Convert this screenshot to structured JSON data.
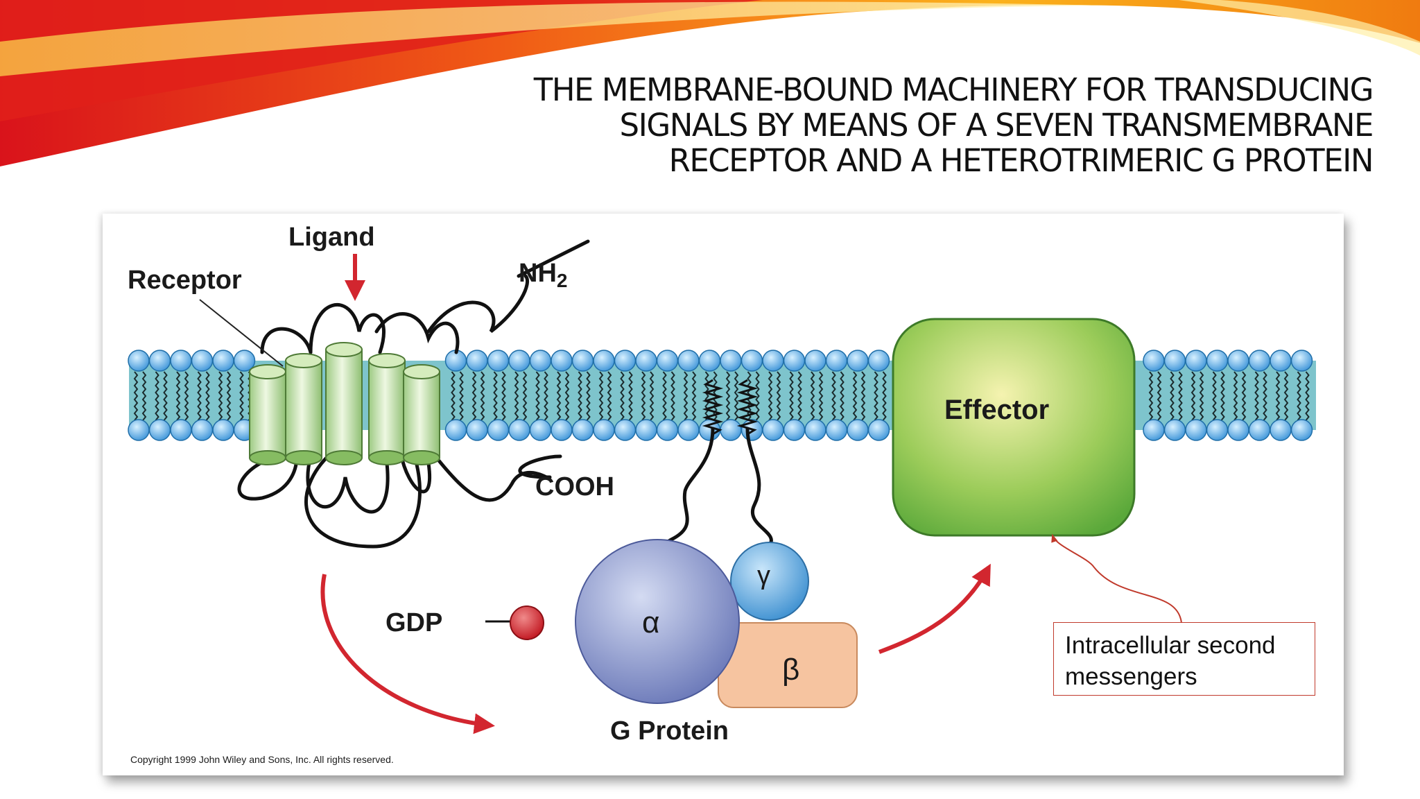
{
  "slide": {
    "title_lines": [
      "THE MEMBRANE-BOUND MACHINERY FOR TRANSDUCING",
      "SIGNALS BY MEANS OF A SEVEN TRANSMEMBRANE",
      "RECEPTOR AND A HETEROTRIMERIC G PROTEIN"
    ]
  },
  "diagram": {
    "labels": {
      "ligand": "Ligand",
      "receptor": "Receptor",
      "nh2": "NH",
      "nh2_sub": "2",
      "cooh": "COOH",
      "effector": "Effector",
      "gdp": "GDP",
      "alpha": "α",
      "beta": "β",
      "gamma": "γ",
      "g_protein": "G Protein",
      "copyright": "Copyright 1999 John Wiley and Sons, Inc. All rights reserved."
    },
    "callout_lines": [
      "Intracellular second",
      "messengers"
    ],
    "colors": {
      "membrane": "#7ec4cc",
      "head": "#5aaee6",
      "arrow": "#d2262f",
      "effector": "#6ab846",
      "alpha": "#8a96cc",
      "beta": "#f6c4a0",
      "gamma": "#62a8dc",
      "gdp": "#d3262e",
      "callout_border": "#c0392b"
    }
  }
}
